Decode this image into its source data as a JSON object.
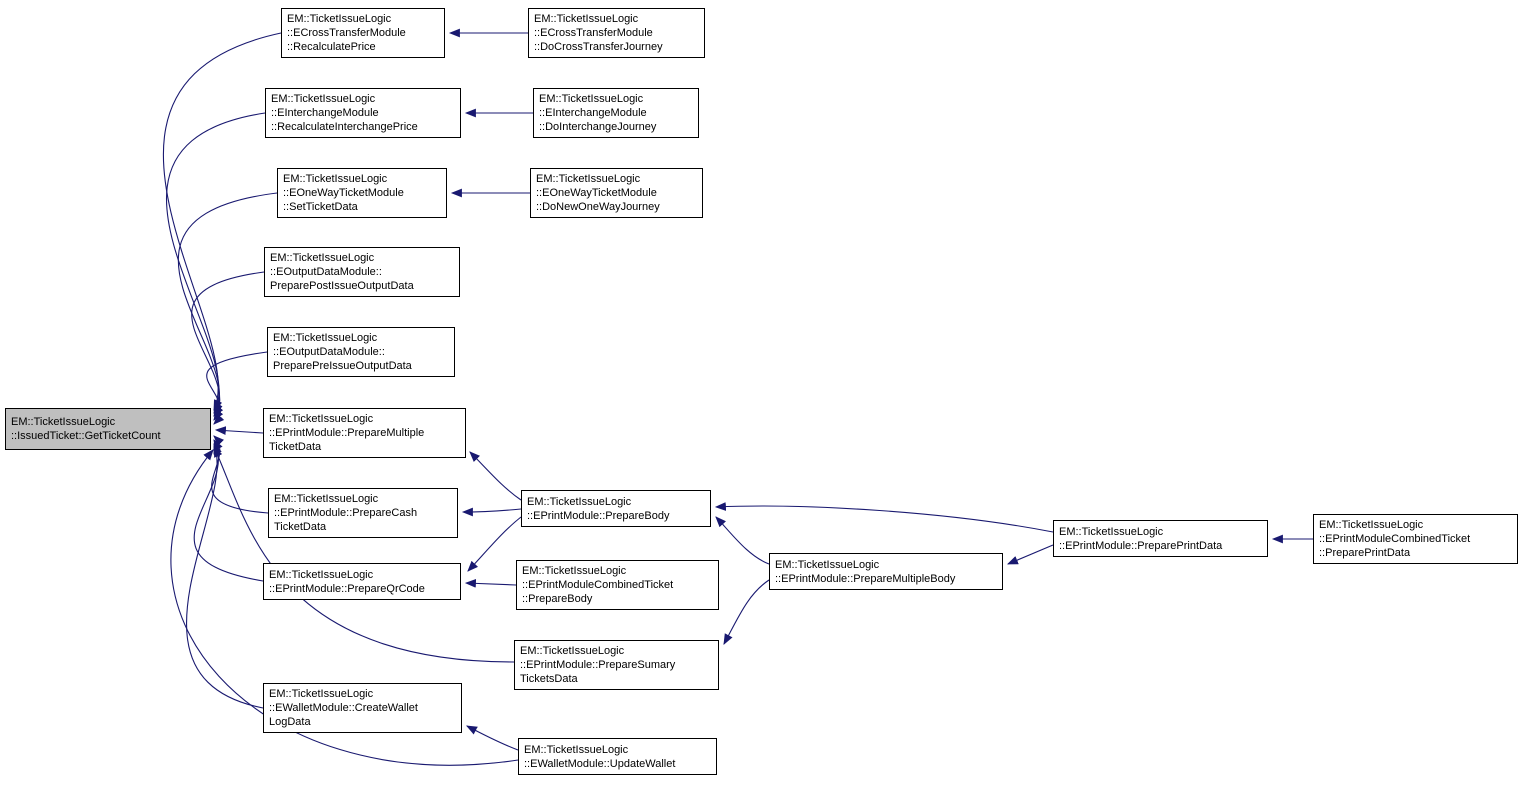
{
  "diagram": {
    "type": "doxygen-caller-graph",
    "background": "#ffffff",
    "edge_color": "#191970",
    "node_fill": "#ffffff",
    "node_border": "#000000",
    "highlight_fill": "#bfbfbf"
  },
  "nodes": [
    {
      "id": "get-ticket-count",
      "label": "EM::TicketIssueLogic\n::IssuedTicket::GetTicketCount",
      "highlighted": true
    },
    {
      "id": "recalculate-price",
      "label": "EM::TicketIssueLogic\n::ECrossTransferModule\n::RecalculatePrice",
      "highlighted": false
    },
    {
      "id": "do-cross-transfer-journey",
      "label": "EM::TicketIssueLogic\n::ECrossTransferModule\n::DoCrossTransferJourney",
      "highlighted": false
    },
    {
      "id": "recalculate-interchange-price",
      "label": "EM::TicketIssueLogic\n::EInterchangeModule\n::RecalculateInterchangePrice",
      "highlighted": false
    },
    {
      "id": "do-interchange-journey",
      "label": "EM::TicketIssueLogic\n::EInterchangeModule\n::DoInterchangeJourney",
      "highlighted": false
    },
    {
      "id": "set-ticket-data",
      "label": "EM::TicketIssueLogic\n::EOneWayTicketModule\n::SetTicketData",
      "highlighted": false
    },
    {
      "id": "do-new-one-way-journey",
      "label": "EM::TicketIssueLogic\n::EOneWayTicketModule\n::DoNewOneWayJourney",
      "highlighted": false
    },
    {
      "id": "prepare-post-issue-output-data",
      "label": "EM::TicketIssueLogic\n::EOutputDataModule::\nPreparePostIssueOutputData",
      "highlighted": false
    },
    {
      "id": "prepare-pre-issue-output-data",
      "label": "EM::TicketIssueLogic\n::EOutputDataModule::\nPreparePreIssueOutputData",
      "highlighted": false
    },
    {
      "id": "prepare-multiple-ticket-data",
      "label": "EM::TicketIssueLogic\n::EPrintModule::PrepareMultiple\nTicketData",
      "highlighted": false
    },
    {
      "id": "prepare-cash-ticket-data",
      "label": "EM::TicketIssueLogic\n::EPrintModule::PrepareCash\nTicketData",
      "highlighted": false
    },
    {
      "id": "prepare-qr-code",
      "label": "EM::TicketIssueLogic\n::EPrintModule::PrepareQrCode",
      "highlighted": false
    },
    {
      "id": "combined-prepare-body",
      "label": "EM::TicketIssueLogic\n::EPrintModuleCombinedTicket\n::PrepareBody",
      "highlighted": false
    },
    {
      "id": "prepare-body",
      "label": "EM::TicketIssueLogic\n::EPrintModule::PrepareBody",
      "highlighted": false
    },
    {
      "id": "prepare-sumary-tickets-data",
      "label": "EM::TicketIssueLogic\n::EPrintModule::PrepareSumary\nTicketsData",
      "highlighted": false
    },
    {
      "id": "create-wallet-log-data",
      "label": "EM::TicketIssueLogic\n::EWalletModule::CreateWallet\nLogData",
      "highlighted": false
    },
    {
      "id": "update-wallet",
      "label": "EM::TicketIssueLogic\n::EWalletModule::UpdateWallet",
      "highlighted": false
    },
    {
      "id": "prepare-multiple-body",
      "label": "EM::TicketIssueLogic\n::EPrintModule::PrepareMultipleBody",
      "highlighted": false
    },
    {
      "id": "prepare-print-data",
      "label": "EM::TicketIssueLogic\n::EPrintModule::PreparePrintData",
      "highlighted": false
    },
    {
      "id": "combined-prepare-print-data",
      "label": "EM::TicketIssueLogic\n::EPrintModuleCombinedTicket\n::PreparePrintData",
      "highlighted": false
    }
  ],
  "edges": [
    {
      "from": "recalculate-price",
      "to": "get-ticket-count"
    },
    {
      "from": "recalculate-interchange-price",
      "to": "get-ticket-count"
    },
    {
      "from": "set-ticket-data",
      "to": "get-ticket-count"
    },
    {
      "from": "prepare-post-issue-output-data",
      "to": "get-ticket-count"
    },
    {
      "from": "prepare-pre-issue-output-data",
      "to": "get-ticket-count"
    },
    {
      "from": "prepare-multiple-ticket-data",
      "to": "get-ticket-count"
    },
    {
      "from": "prepare-cash-ticket-data",
      "to": "get-ticket-count"
    },
    {
      "from": "prepare-qr-code",
      "to": "get-ticket-count"
    },
    {
      "from": "create-wallet-log-data",
      "to": "get-ticket-count"
    },
    {
      "from": "prepare-sumary-tickets-data",
      "to": "get-ticket-count"
    },
    {
      "from": "update-wallet",
      "to": "get-ticket-count"
    },
    {
      "from": "do-cross-transfer-journey",
      "to": "recalculate-price"
    },
    {
      "from": "do-interchange-journey",
      "to": "recalculate-interchange-price"
    },
    {
      "from": "do-new-one-way-journey",
      "to": "set-ticket-data"
    },
    {
      "from": "prepare-body",
      "to": "prepare-multiple-ticket-data"
    },
    {
      "from": "prepare-body",
      "to": "prepare-cash-ticket-data"
    },
    {
      "from": "prepare-body",
      "to": "prepare-qr-code"
    },
    {
      "from": "combined-prepare-body",
      "to": "prepare-qr-code"
    },
    {
      "from": "prepare-multiple-body",
      "to": "prepare-body"
    },
    {
      "from": "prepare-multiple-body",
      "to": "prepare-sumary-tickets-data"
    },
    {
      "from": "prepare-print-data",
      "to": "prepare-body"
    },
    {
      "from": "prepare-print-data",
      "to": "prepare-multiple-body"
    },
    {
      "from": "combined-prepare-print-data",
      "to": "prepare-print-data"
    },
    {
      "from": "update-wallet",
      "to": "create-wallet-log-data"
    }
  ]
}
